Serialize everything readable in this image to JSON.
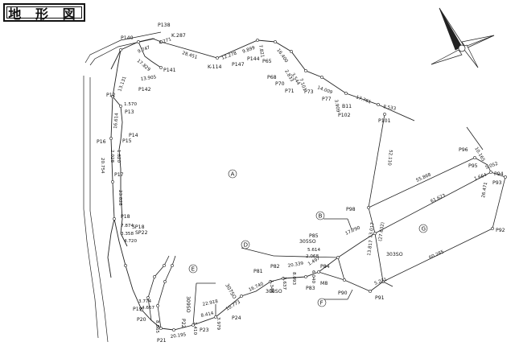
{
  "title": "地 形 図",
  "areas": {
    "a": "A",
    "b": "B",
    "d": "D",
    "e": "E",
    "f": "F",
    "g": "G"
  },
  "labels": {
    "p138": "P138",
    "k287": "K.287",
    "p140": "P140",
    "p141": "P141",
    "p142": "P142",
    "p12": "P12",
    "p13": "P13",
    "p14": "P14",
    "p15": "P15",
    "p16": "P16",
    "p17": "P17",
    "p18": "P18",
    "sp18": "SP18",
    "sp22": "SP22",
    "p19": "P19",
    "p20": "P20",
    "p21": "P21",
    "k114": "K-114",
    "p147": "P147",
    "p144": "P144",
    "p65": "P65",
    "p68": "P68",
    "p70": "P70",
    "p71": "P71",
    "p73": "P73",
    "p77": "P77",
    "b11": "B11",
    "p102": "P102",
    "p101": "P101",
    "p98": "P98",
    "p96": "P96",
    "p95": "P95",
    "p94": "P94",
    "p93": "P93",
    "p92": "P92",
    "p85": "P85",
    "so305": "305SO",
    "so303": "303SO",
    "p84": "P84",
    "p82": "P82",
    "p81": "P81",
    "m8": "M8",
    "p83": "P83",
    "so308": "308SO",
    "so307": "307SO",
    "so309": "309SO",
    "p90": "P90",
    "p91": "P91",
    "p22": "P22",
    "p23": "P23",
    "p24": "P24"
  },
  "dims": {
    "d4271": "4.271",
    "d9747": "9.747",
    "d28451": "28.451",
    "d9899": "9.899",
    "d12278": "12.278",
    "d7821": "7.821",
    "d16400": "16.400",
    "d17829": "17.829",
    "d13905": "13.905",
    "d13131": "13.131",
    "d1570": "1.570",
    "d16614": "16.614",
    "d1820": "1.820",
    "d2028": "2.028",
    "d20754": "20.754",
    "d23828": "23.828",
    "d7874": "7.874",
    "d3358": "3.358",
    "d4720": "4.720",
    "d3774": "3.774",
    "d4667": "4.667",
    "d8865": "8.865",
    "d20195": "20.195",
    "d2833": "2.833",
    "d3544": "3.544",
    "d7101": "7.101",
    "d14009": "14.009",
    "d3909": "3.909",
    "d17761": "17.761",
    "d8533": "8.533",
    "d52110": "52.110",
    "d55868": "55.868",
    "d10165": "10.165",
    "d5052": "5.052",
    "d1664": "1.664",
    "d26471": "26.471",
    "d61623": "61.623",
    "d17790": "17.790",
    "d13017": "13.017",
    "d27632": "(27.632)",
    "d60285": "60.285",
    "d13817": "13.817",
    "d5221": "5.221",
    "d5614": "5.614",
    "d2068": "2.068",
    "d1497": "1.497",
    "d20339": "20.339",
    "d8093": "8.093",
    "d6040": "6.040",
    "d3637": "3.637",
    "d1346": "1.346",
    "d16740": "16.740",
    "d10773": "10.773",
    "d22918": "22.918",
    "d3979": "3.979",
    "d8414": "8.414",
    "d1410": "1.410"
  }
}
